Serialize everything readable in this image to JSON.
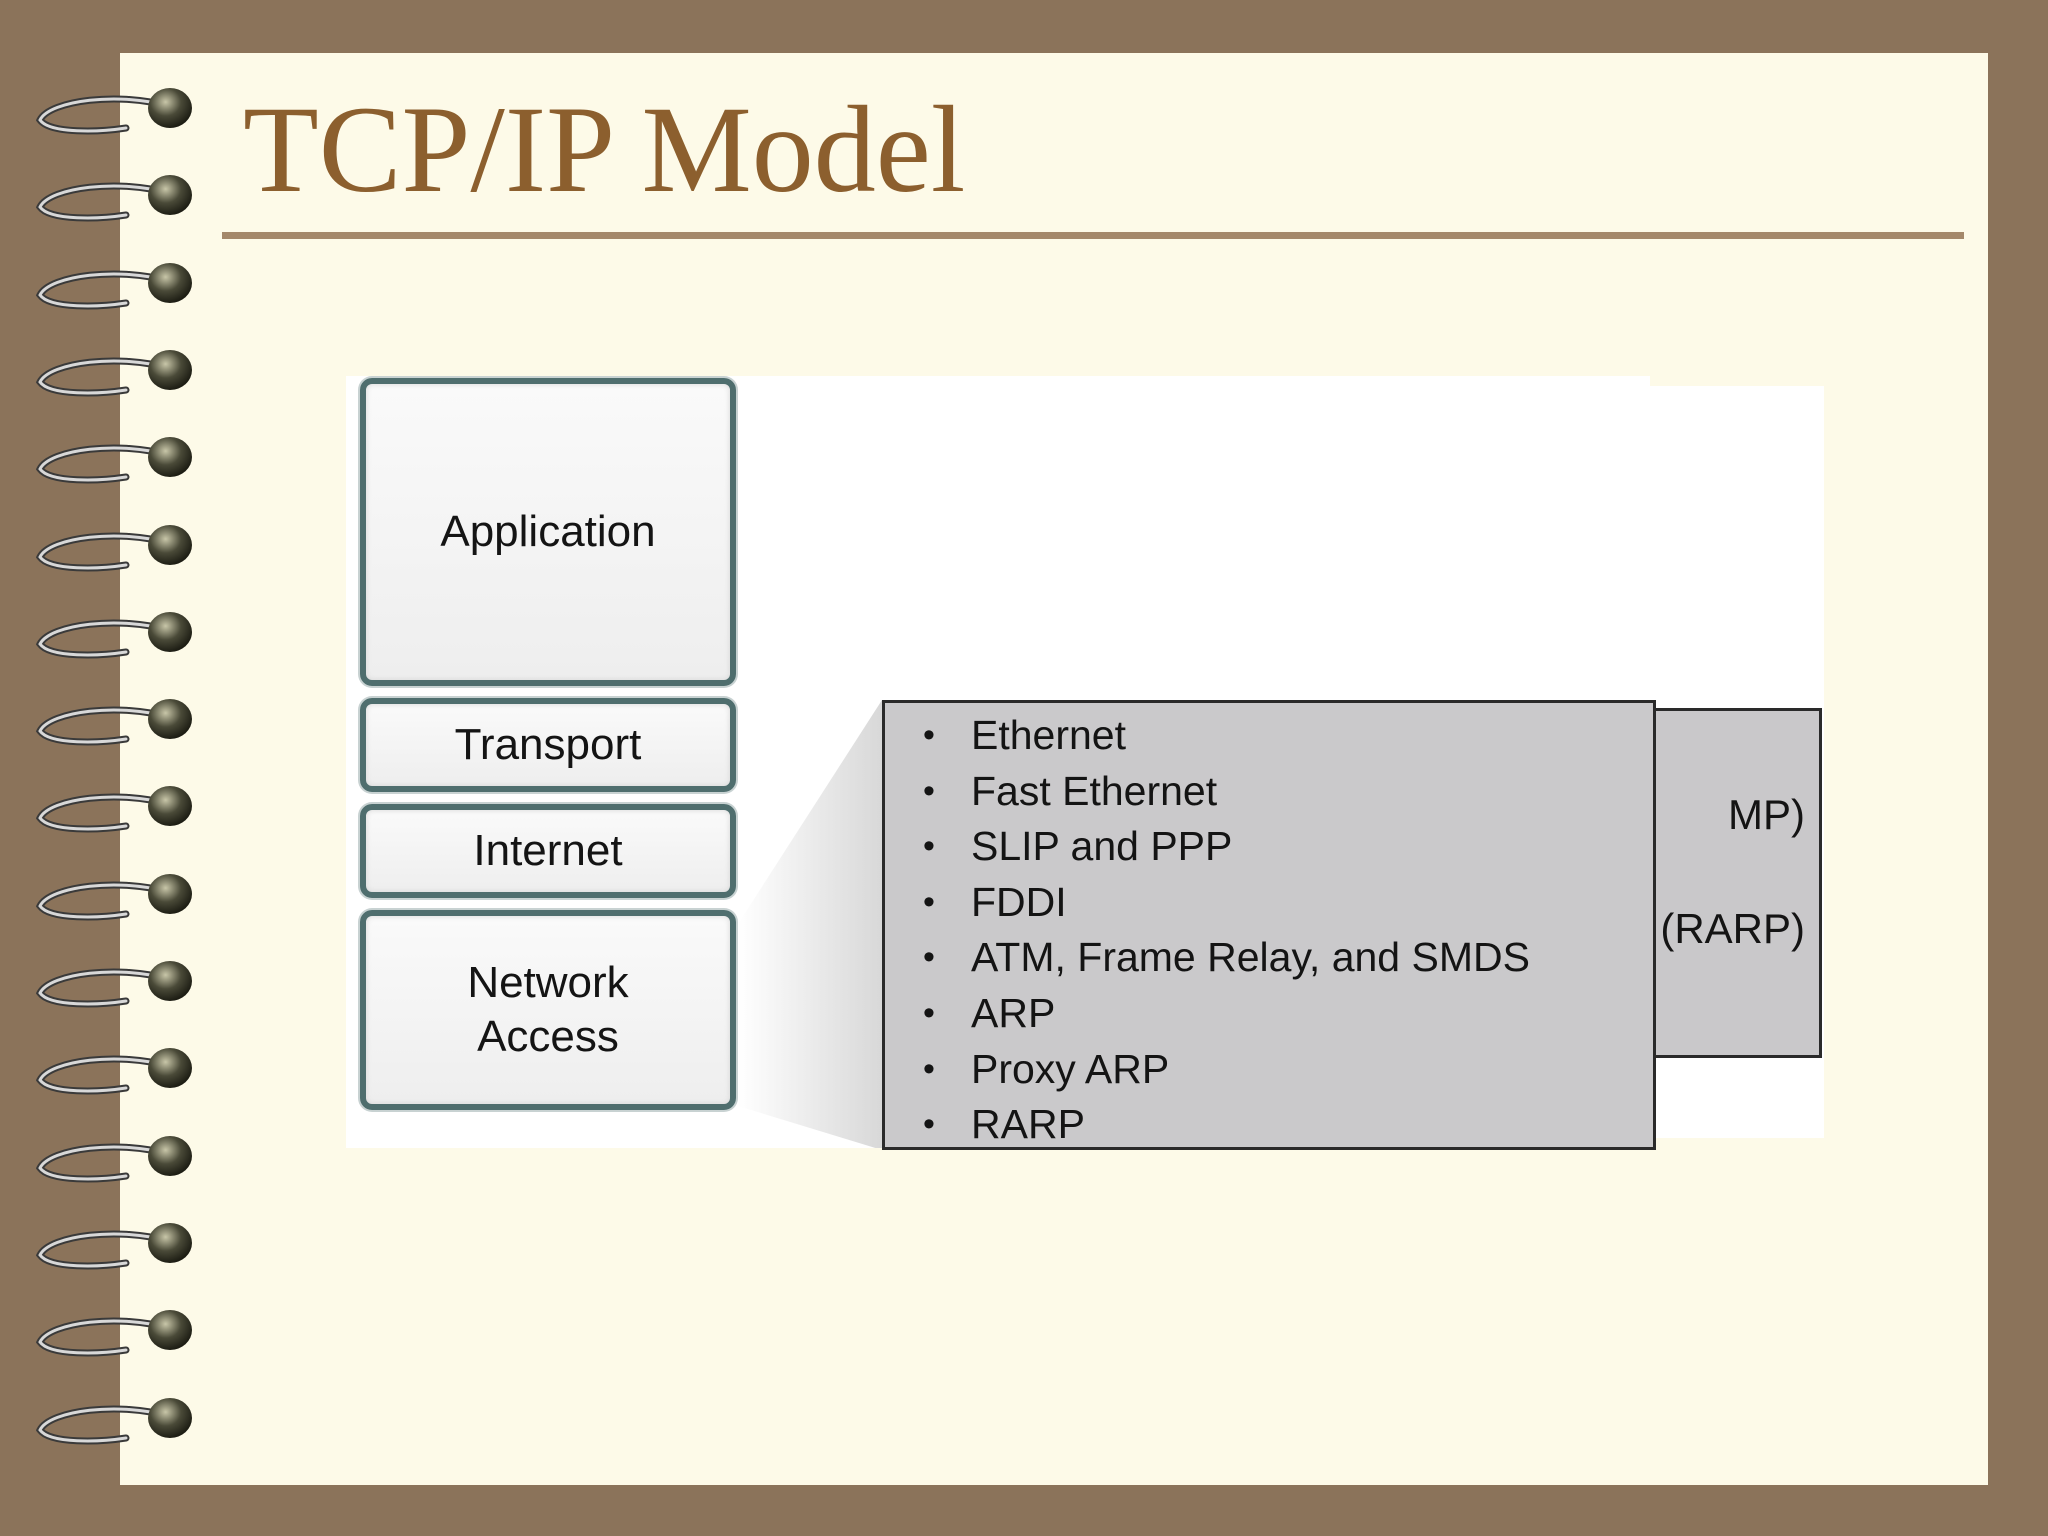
{
  "slide": {
    "title": "TCP/IP Model"
  },
  "colors": {
    "frame": "#8b735a",
    "paper": "#fdfae8",
    "title": "#8c5f2e",
    "rule": "#a4886a",
    "box_border": "#4f6e6e",
    "popup_fill": "#cac9cb"
  },
  "binding": {
    "icon": "spiral-ring-icon",
    "ring_count": 16
  },
  "diagram": {
    "layers": [
      {
        "name": "Application"
      },
      {
        "name": "Transport"
      },
      {
        "name": "Internet"
      },
      {
        "name": "Network\nAccess"
      }
    ],
    "protocols": [
      "Ethernet",
      "Fast Ethernet",
      "SLIP and PPP",
      "FDDI",
      "ATM, Frame Relay, and SMDS",
      "ARP",
      "Proxy ARP",
      "RARP"
    ],
    "bullet": "•",
    "hidden_fragments": [
      "MP)",
      "(RARP)"
    ]
  }
}
